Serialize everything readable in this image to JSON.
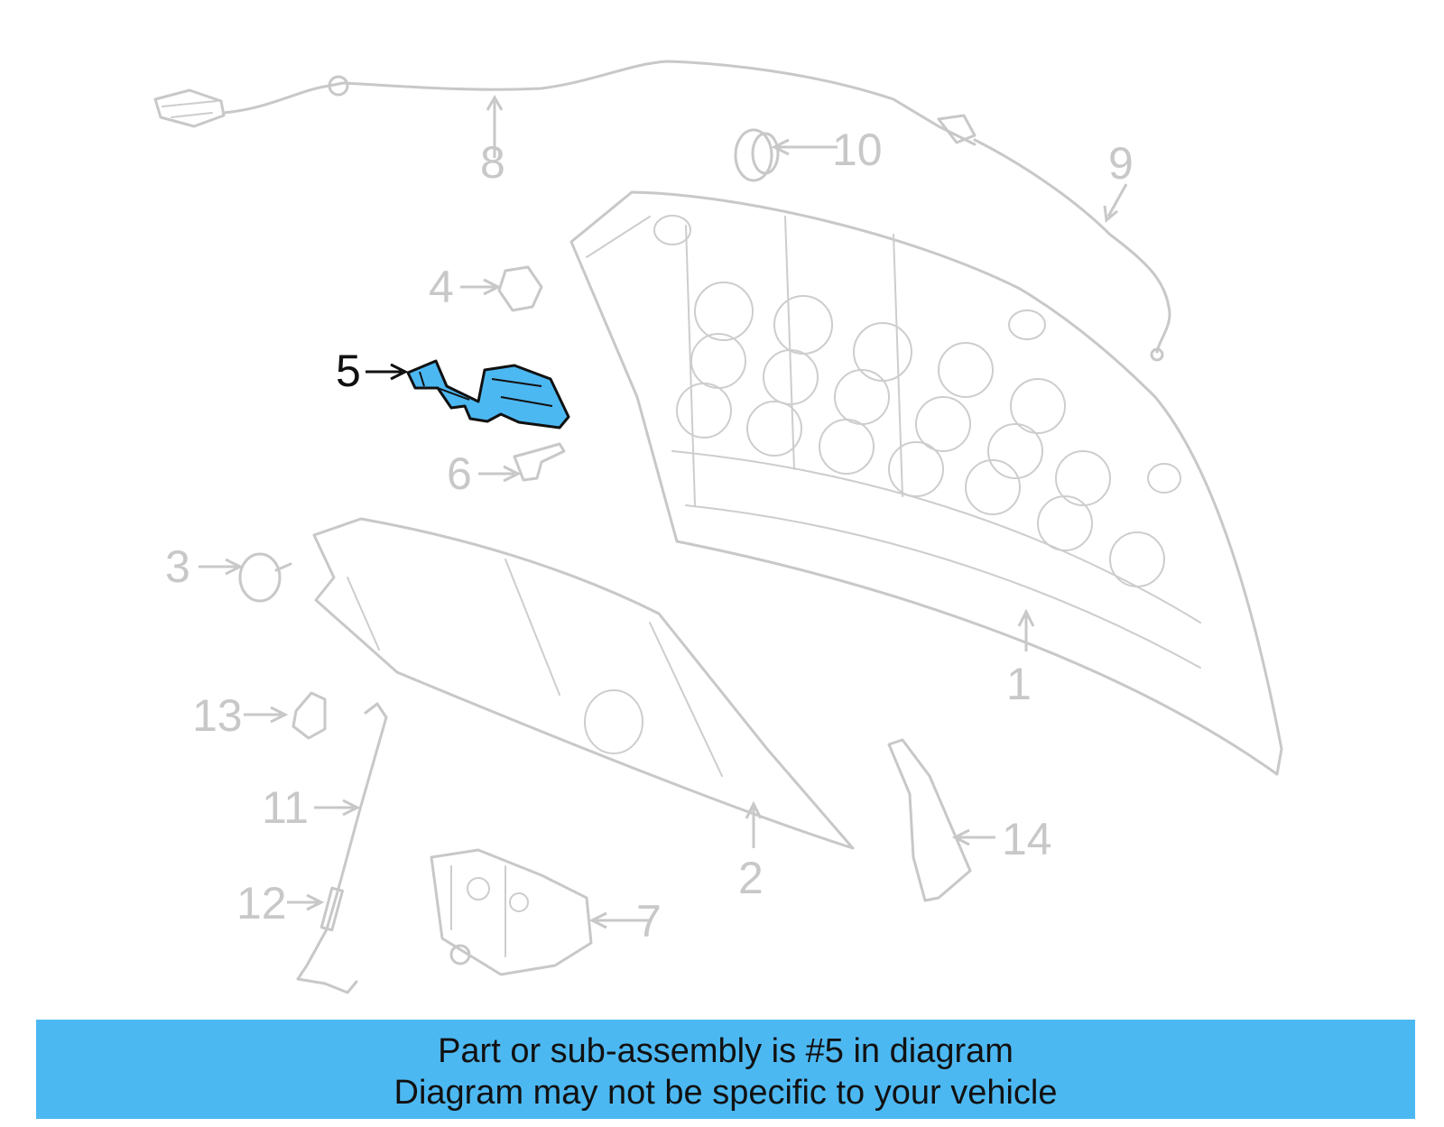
{
  "colors": {
    "highlight_fill": "#4cb8f2",
    "part_stroke": "#c8c8c8",
    "label_gray": "#c8c8c8",
    "label_highlight": "#111111",
    "banner_bg": "#4cb8f2"
  },
  "highlighted_part": "5",
  "callouts": [
    {
      "id": "c1",
      "label": "1"
    },
    {
      "id": "c2",
      "label": "2"
    },
    {
      "id": "c3",
      "label": "3"
    },
    {
      "id": "c4",
      "label": "4"
    },
    {
      "id": "c5",
      "label": "5"
    },
    {
      "id": "c6",
      "label": "6"
    },
    {
      "id": "c7",
      "label": "7"
    },
    {
      "id": "c8",
      "label": "8"
    },
    {
      "id": "c9",
      "label": "9"
    },
    {
      "id": "c10",
      "label": "10"
    },
    {
      "id": "c11",
      "label": "11"
    },
    {
      "id": "c12",
      "label": "12"
    },
    {
      "id": "c13",
      "label": "13"
    },
    {
      "id": "c14",
      "label": "14"
    }
  ],
  "banner": {
    "line1": "Part or sub-assembly is #5 in diagram",
    "line2": "Diagram may not be specific to your vehicle"
  }
}
